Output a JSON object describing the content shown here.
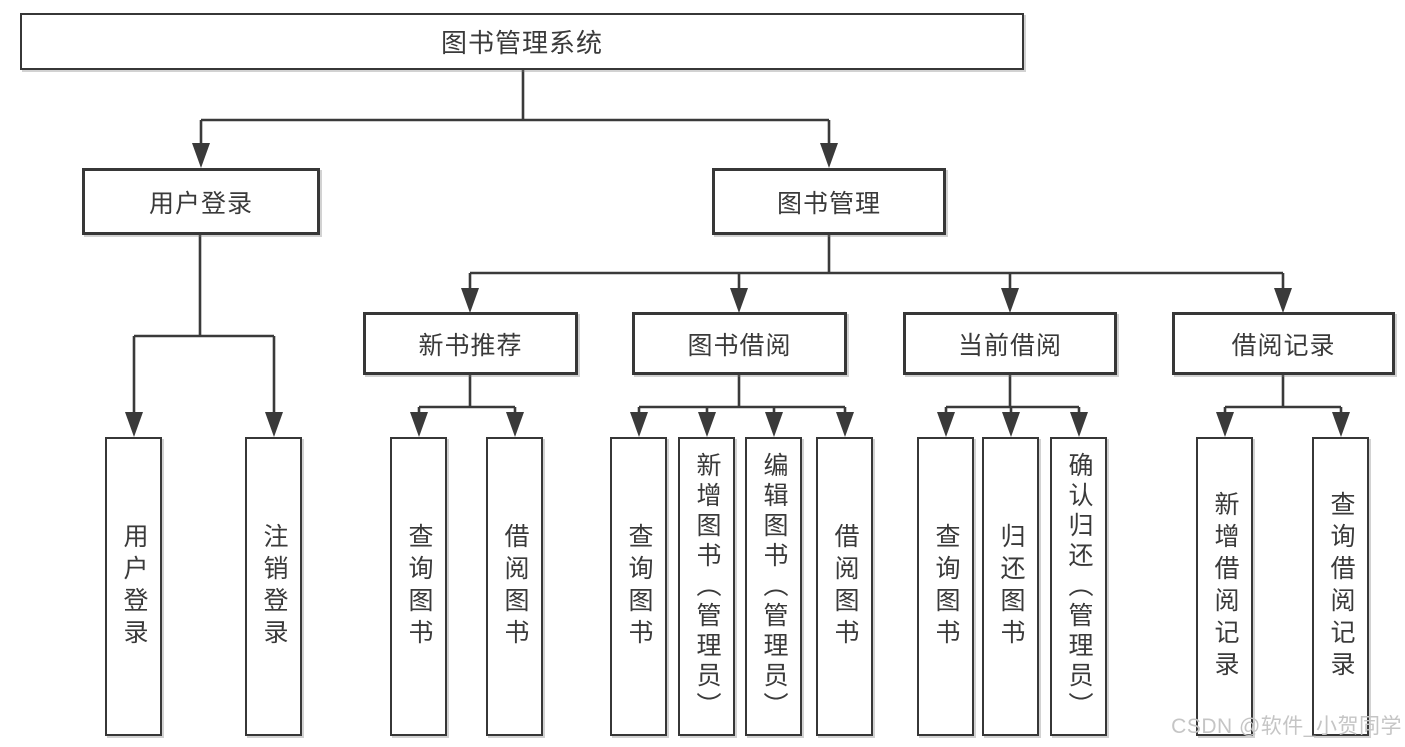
{
  "diagram": {
    "root": {
      "label": "图书管理系统",
      "children": [
        {
          "label": "用户登录",
          "children": [
            {
              "label": "用户登录"
            },
            {
              "label": "注销登录"
            }
          ]
        },
        {
          "label": "图书管理",
          "children": [
            {
              "label": "新书推荐",
              "children": [
                {
                  "label": "查询图书"
                },
                {
                  "label": "借阅图书"
                }
              ]
            },
            {
              "label": "图书借阅",
              "children": [
                {
                  "label": "查询图书"
                },
                {
                  "label": "新增图书（管理员）"
                },
                {
                  "label": "编辑图书（管理员）"
                },
                {
                  "label": "借阅图书"
                }
              ]
            },
            {
              "label": "当前借阅",
              "children": [
                {
                  "label": "查询图书"
                },
                {
                  "label": "归还图书"
                },
                {
                  "label": "确认归还（管理员）"
                }
              ]
            },
            {
              "label": "借阅记录",
              "children": [
                {
                  "label": "新增借阅记录"
                },
                {
                  "label": "查询借阅记录"
                }
              ]
            }
          ]
        }
      ]
    }
  },
  "watermark": {
    "text": "CSDN @软件_小贺同学"
  },
  "colors": {
    "line": "#3a3a3a",
    "box_border": "#373737",
    "text": "#3a3a3a",
    "watermark": "#c5c5c5",
    "background": "#ffffff"
  }
}
